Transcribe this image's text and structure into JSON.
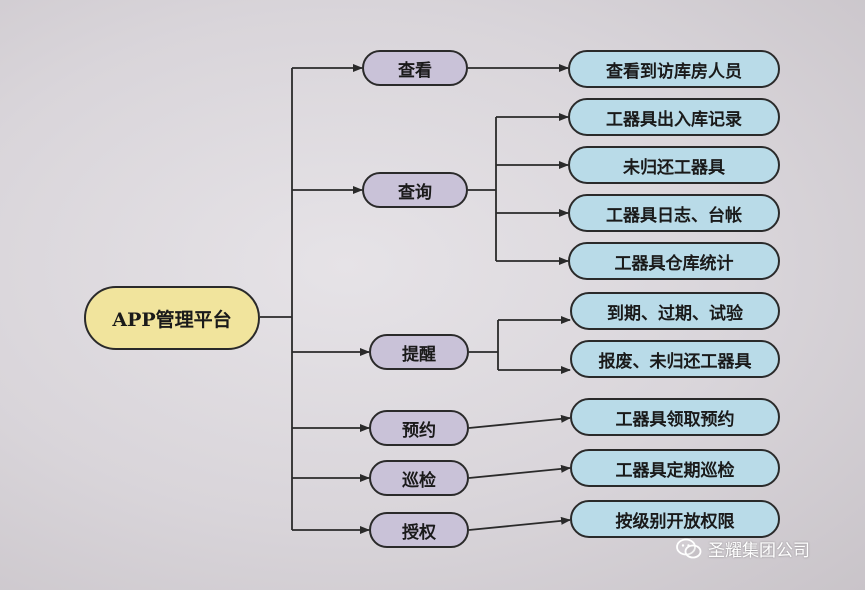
{
  "root": {
    "label": "APP管理平台"
  },
  "branches": [
    {
      "label": "查看",
      "leaves": [
        "查看到访库房人员"
      ]
    },
    {
      "label": "查询",
      "leaves": [
        "工器具出入库记录",
        "未归还工器具",
        "工器具日志、台帐",
        "工器具仓库统计"
      ]
    },
    {
      "label": "提醒",
      "leaves": [
        "到期、过期、试验",
        "报废、未归还工器具"
      ]
    },
    {
      "label": "预约",
      "leaves": [
        "工器具领取预约"
      ]
    },
    {
      "label": "巡检",
      "leaves": [
        "工器具定期巡检"
      ]
    },
    {
      "label": "授权",
      "leaves": [
        "按级别开放权限"
      ]
    }
  ],
  "watermark": {
    "text": "圣耀集团公司",
    "icon": "wechat-icon"
  },
  "colors": {
    "root_fill": "#f1e49d",
    "branch_fill": "#c9c2d8",
    "leaf_fill": "#b9dbe8",
    "line": "#2a2a2a"
  }
}
